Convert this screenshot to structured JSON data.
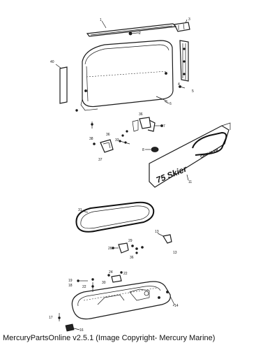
{
  "footer": {
    "caption": "MercuryPartsOnline v2.5.1 (Image Copyright- Mercury Marine)"
  },
  "decal": {
    "model_text": "75 Skier",
    "brand_text": "CHRYSLER"
  },
  "callouts": {
    "n1": "1",
    "n2": "2",
    "n3": "3",
    "n4": "4",
    "n5": "5",
    "n6": "6",
    "n7": "7",
    "n8": "8",
    "n11": "11",
    "n13": "13",
    "n14": "14",
    "n16": "16",
    "n17": "17",
    "n18": "18",
    "n19": "19",
    "n22": "22",
    "n24": "24",
    "n26": "26",
    "n29": "29",
    "n30": "30",
    "n31": "31",
    "n33": "33",
    "n36": "36",
    "n37": "37",
    "n38": "38",
    "n40": "40"
  }
}
